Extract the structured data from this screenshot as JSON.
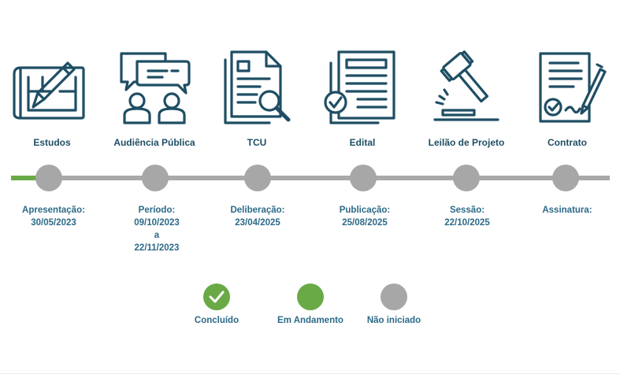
{
  "stages": [
    {
      "title": "Estudos",
      "icon": "blueprint-pencil-icon",
      "label": "Apresentação:",
      "lines": [
        "30/05/2023"
      ]
    },
    {
      "title": "Audiência Pública",
      "icon": "people-speech-bubbles-icon",
      "label": "Período:",
      "lines": [
        "09/10/2023",
        "a",
        "22/11/2023"
      ]
    },
    {
      "title": "TCU",
      "icon": "document-magnifier-icon",
      "label": "Deliberação:",
      "lines": [
        "23/04/2025"
      ]
    },
    {
      "title": "Edital",
      "icon": "document-checkmark-icon",
      "label": "Publicação:",
      "lines": [
        "25/08/2025"
      ]
    },
    {
      "title": "Leilão de Projeto",
      "icon": "gavel-icon",
      "label": "Sessão:",
      "lines": [
        "22/10/2025"
      ]
    },
    {
      "title": "Contrato",
      "icon": "contract-signing-icon",
      "label": "Assinatura:",
      "lines": []
    }
  ],
  "legend": [
    {
      "label": "Concluído",
      "status": "completed"
    },
    {
      "label": "Em Andamento",
      "status": "in-progress"
    },
    {
      "label": "Não iniciado",
      "status": "not-started"
    }
  ],
  "colors": {
    "icon": "#1f4e64",
    "text": "#2c6a88",
    "completed": "#6aaa46",
    "in_progress": "#6aaa46",
    "not_started": "#a7a7a7",
    "track": "#a9a9a9"
  }
}
